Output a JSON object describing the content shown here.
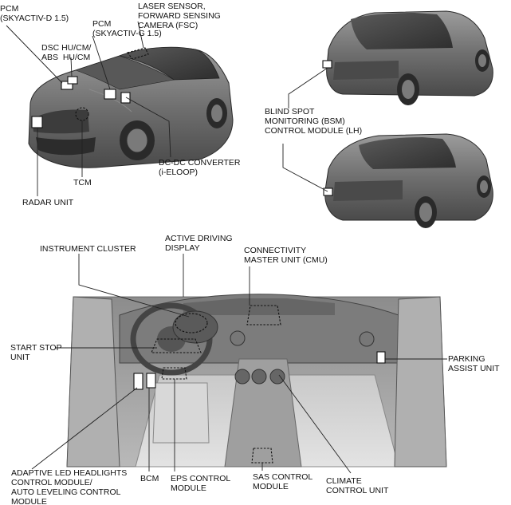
{
  "labels": {
    "pcm_d": "PCM\n(SKYACTIV-D 1.5)",
    "laser": "LASER SENSOR,\nFORWARD SENSING\nCAMERA (FSC)",
    "dsc": "DSC HU/CM/\nABS  HU/CM",
    "pcm_g": "PCM\n(SKYACTIV-G 1.5)",
    "dcdc": "DC-DC CONVERTER\n(i-ELOOP)",
    "tcm": "TCM",
    "radar": "RADAR UNIT",
    "bsm": "BLIND SPOT\nMONITORING (BSM)\nCONTROL MODULE (LH)",
    "instrument": "INSTRUMENT CLUSTER",
    "active_display": "ACTIVE DRIVING\nDISPLAY",
    "cmu": "CONNECTIVITY\nMASTER UNIT (CMU)",
    "start_stop": "START STOP\nUNIT",
    "parking": "PARKING\nASSIST UNIT",
    "adaptive_led": "ADAPTIVE LED HEADLIGHTS\nCONTROL MODULE/\nAUTO LEVELING CONTROL\nMODULE",
    "bcm": "BCM",
    "eps": "EPS CONTROL\nMODULE",
    "sas": "SAS CONTROL\nMODULE",
    "climate": "CLIMATE\nCONTROL UNIT"
  },
  "colors": {
    "car_body": "#6e6e6e",
    "car_dark": "#3a3a3a",
    "interior": "#9a9a9a",
    "leader": "#222222"
  }
}
